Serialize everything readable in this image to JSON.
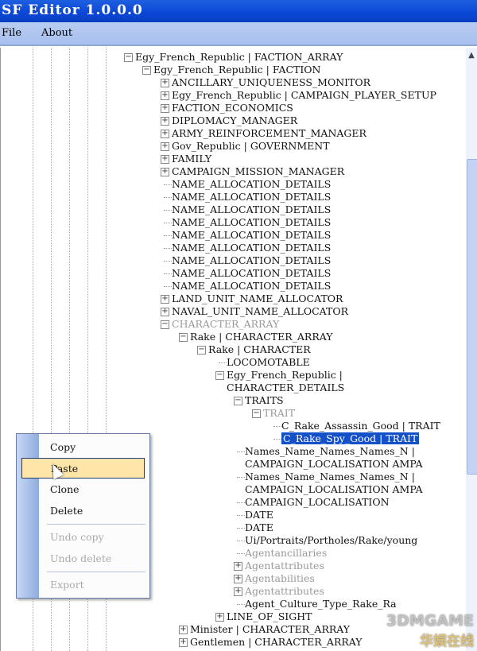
{
  "window": {
    "title": "SF Editor 1.0.0.0"
  },
  "menubar": {
    "file": "File",
    "about": "About"
  },
  "tree": [
    {
      "level": 0,
      "text": "Egy_French_Republic | FACTION_ARRAY",
      "exp": "minus"
    },
    {
      "level": 1,
      "text": "Egy_French_Republic | FACTION",
      "exp": "minus"
    },
    {
      "level": 2,
      "text": "ANCILLARY_UNIQUENESS_MONITOR",
      "exp": "plus"
    },
    {
      "level": 2,
      "text": "Egy_French_Republic | CAMPAIGN_PLAYER_SETUP",
      "exp": "plus"
    },
    {
      "level": 2,
      "text": "FACTION_ECONOMICS",
      "exp": "plus"
    },
    {
      "level": 2,
      "text": "DIPLOMACY_MANAGER",
      "exp": "plus"
    },
    {
      "level": 2,
      "text": "ARMY_REINFORCEMENT_MANAGER",
      "exp": "plus"
    },
    {
      "level": 2,
      "text": "Gov_Republic | GOVERNMENT",
      "exp": "plus"
    },
    {
      "level": 2,
      "text": "FAMILY",
      "exp": "plus"
    },
    {
      "level": 2,
      "text": "CAMPAIGN_MISSION_MANAGER",
      "exp": "plus"
    },
    {
      "level": 2,
      "text": "NAME_ALLOCATION_DETAILS",
      "exp": "leaf"
    },
    {
      "level": 2,
      "text": "NAME_ALLOCATION_DETAILS",
      "exp": "leaf"
    },
    {
      "level": 2,
      "text": "NAME_ALLOCATION_DETAILS",
      "exp": "leaf"
    },
    {
      "level": 2,
      "text": "NAME_ALLOCATION_DETAILS",
      "exp": "leaf"
    },
    {
      "level": 2,
      "text": "NAME_ALLOCATION_DETAILS",
      "exp": "leaf"
    },
    {
      "level": 2,
      "text": "NAME_ALLOCATION_DETAILS",
      "exp": "leaf"
    },
    {
      "level": 2,
      "text": "NAME_ALLOCATION_DETAILS",
      "exp": "leaf"
    },
    {
      "level": 2,
      "text": "NAME_ALLOCATION_DETAILS",
      "exp": "leaf"
    },
    {
      "level": 2,
      "text": "NAME_ALLOCATION_DETAILS",
      "exp": "leaf"
    },
    {
      "level": 2,
      "text": "LAND_UNIT_NAME_ALLOCATOR",
      "exp": "plus"
    },
    {
      "level": 2,
      "text": "NAVAL_UNIT_NAME_ALLOCATOR",
      "exp": "plus"
    },
    {
      "level": 2,
      "text": "CHARACTER_ARRAY",
      "exp": "minus",
      "gray": true
    },
    {
      "level": 3,
      "text": "Rake | CHARACTER_ARRAY",
      "exp": "minus"
    },
    {
      "level": 4,
      "text": "Rake | CHARACTER",
      "exp": "minus"
    },
    {
      "level": 5,
      "text": "LOCOMOTABLE",
      "exp": "leaf"
    },
    {
      "level": 5,
      "text": "Egy_French_Republic | CHARACTER_DETAILS",
      "exp": "minus"
    },
    {
      "level": 6,
      "text": "TRAITS",
      "exp": "minus"
    },
    {
      "level": 7,
      "text": "TRAIT",
      "exp": "minus",
      "gray": true
    },
    {
      "level": 8,
      "text": "C_Rake_Assassin_Good | TRAIT",
      "exp": "leaf"
    },
    {
      "level": 8,
      "text": "C_Rake_Spy_Good | TRAIT",
      "exp": "leaf",
      "selected": true
    },
    {
      "level": 6,
      "text": "Names_Name_Names_Names_N | CAMPAIGN_LOCALISATION AMPA",
      "exp": "leaf"
    },
    {
      "level": 6,
      "text": "Names_Name_Names_Names_N | CAMPAIGN_LOCALISATION AMPA",
      "exp": "leaf"
    },
    {
      "level": 6,
      "text": "CAMPAIGN_LOCALISATION",
      "exp": "leaf"
    },
    {
      "level": 6,
      "text": "DATE",
      "exp": "leaf"
    },
    {
      "level": 6,
      "text": "DATE",
      "exp": "leaf"
    },
    {
      "level": 6,
      "text": "Ui/Portraits/Portholes/Rake/young",
      "exp": "leaf"
    },
    {
      "level": 6,
      "text": "Agentancillaries",
      "exp": "leaf",
      "gray": true
    },
    {
      "level": 6,
      "text": "Agentattributes",
      "exp": "plus",
      "gray": true
    },
    {
      "level": 6,
      "text": "Agentabilities",
      "exp": "plus",
      "gray": true
    },
    {
      "level": 6,
      "text": "Agentattributes",
      "exp": "plus",
      "gray": true
    },
    {
      "level": 6,
      "text": "Agent_Culture_Type_Rake_Ra",
      "exp": "leaf"
    },
    {
      "level": 5,
      "text": "LINE_OF_SIGHT",
      "exp": "plus"
    },
    {
      "level": 3,
      "text": "Minister | CHARACTER_ARRAY",
      "exp": "plus"
    },
    {
      "level": 3,
      "text": "Gentlemen | CHARACTER_ARRAY",
      "exp": "plus"
    }
  ],
  "context_menu": {
    "copy": "Copy",
    "paste": "Paste",
    "clone": "Clone",
    "delete": "Delete",
    "undo_copy": "Undo copy",
    "undo_delete": "Undo delete",
    "export": "Export"
  },
  "watermark": {
    "line1": "3DMGAME",
    "line2": "华娱在线"
  }
}
